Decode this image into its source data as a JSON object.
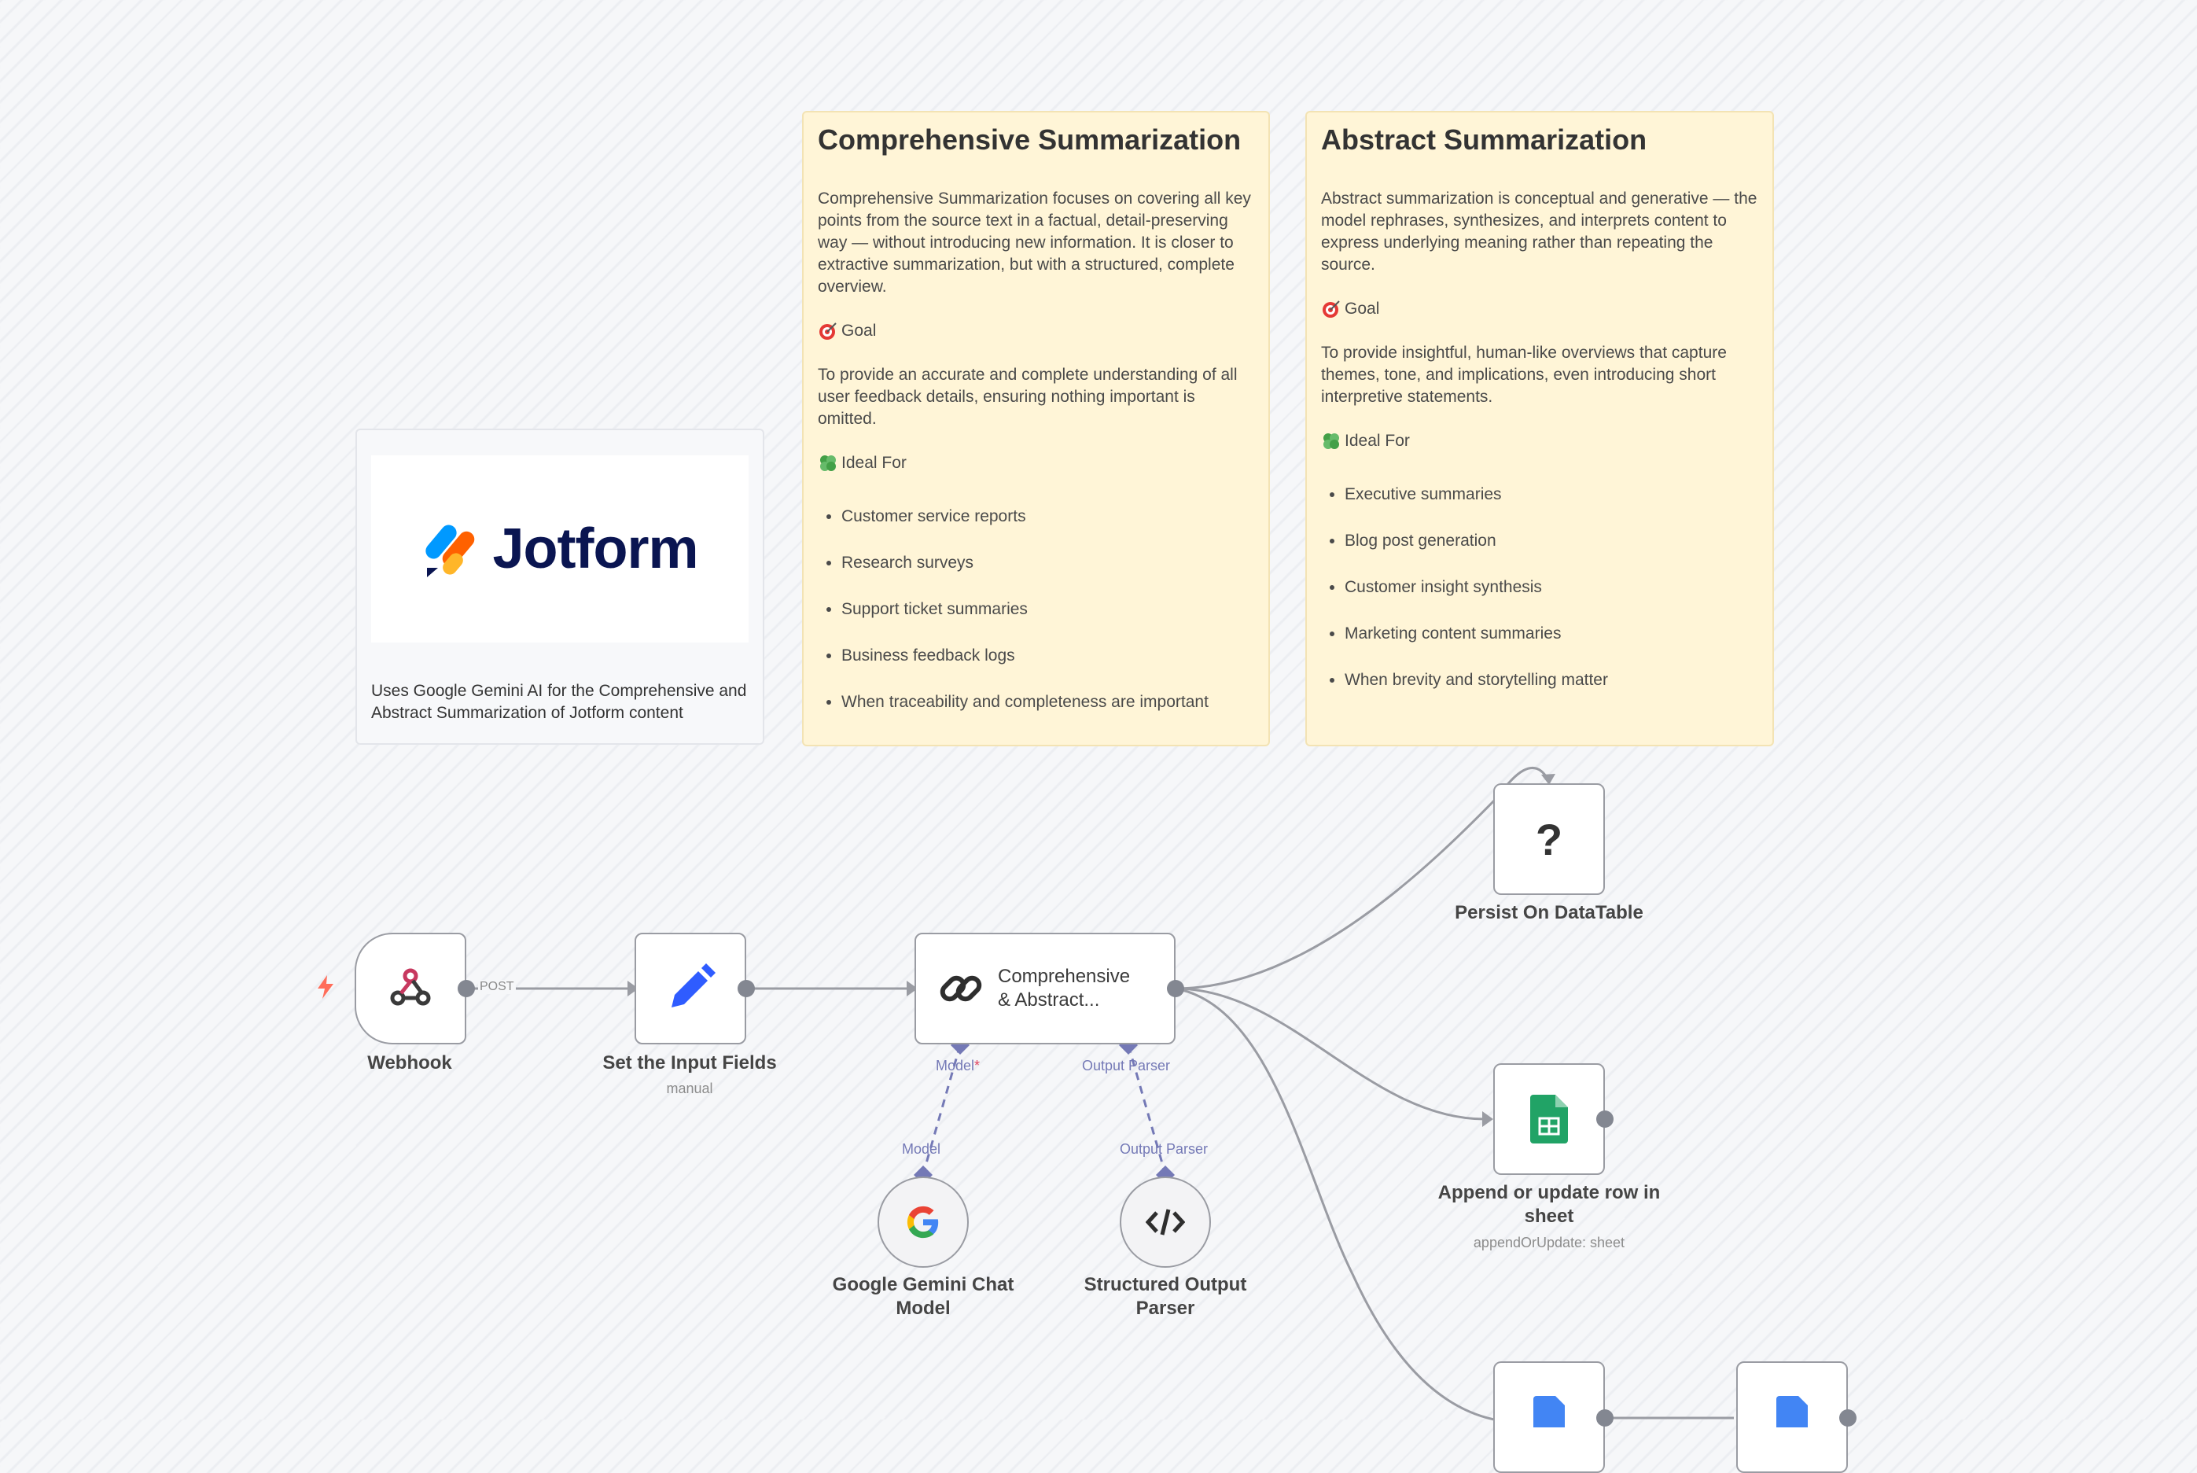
{
  "notes": {
    "comprehensive": {
      "title": "Comprehensive Summarization",
      "body": "Comprehensive Summarization focuses on covering all key points from the source text in a factual, detail-preserving way — without introducing new information. It is closer to extractive summarization, but with a structured, complete overview.",
      "goal_heading": "Goal",
      "goal_text": "To provide an accurate and complete understanding of all user feedback details, ensuring nothing important is omitted.",
      "ideal_heading": "Ideal For",
      "ideal_items": [
        "Customer service reports",
        "Research surveys",
        "Support ticket summaries",
        "Business feedback logs",
        "When traceability and completeness are important"
      ]
    },
    "abstract": {
      "title": "Abstract Summarization",
      "body": "Abstract summarization is conceptual and generative — the model rephrases, synthesizes, and interprets content to express underlying meaning rather than repeating the source.",
      "goal_heading": "Goal",
      "goal_text": "To provide insightful, human-like overviews that capture themes, tone, and implications, even introducing short interpretive statements.",
      "ideal_heading": "Ideal For",
      "ideal_items": [
        "Executive summaries",
        "Blog post generation",
        "Customer insight synthesis",
        "Marketing content summaries",
        "When brevity and storytelling matter"
      ]
    },
    "jotform": {
      "logo_text": "Jotform",
      "description": "Uses Google Gemini AI for the Comprehensive and Abstract Summarization of Jotform content"
    }
  },
  "nodes": {
    "webhook": {
      "label": "Webhook",
      "icon": "webhook-icon"
    },
    "set_fields": {
      "label": "Set the Input Fields",
      "sub": "manual",
      "icon": "pencil-icon"
    },
    "chain": {
      "label_line1": "Comprehensive",
      "label_line2": "& Abstract...",
      "icon": "link-icon"
    },
    "persist": {
      "label": "Persist On DataTable",
      "glyph": "?"
    },
    "sheets": {
      "label_line1": "Append or update row in",
      "label_line2": "sheet",
      "sub": "appendOrUpdate: sheet",
      "icon": "google-sheets-icon"
    },
    "gemini": {
      "label_line1": "Google Gemini Chat",
      "label_line2": "Model",
      "icon": "google-icon"
    },
    "parser": {
      "label_line1": "Structured Output",
      "label_line2": "Parser",
      "icon": "code-icon"
    }
  },
  "connections": {
    "post_label": "POST",
    "model_port": "Model",
    "model_required": "*",
    "parser_port": "Output Parser",
    "model_in": "Model",
    "parser_in": "Output Parser"
  },
  "colors": {
    "sticky_bg": "#fff5d7",
    "port_purple": "#7479b6",
    "trigger_bolt": "#ff6d5a",
    "sheets_green": "#21a366",
    "docs_blue": "#4285f4",
    "set_blue": "#2f5cff"
  }
}
